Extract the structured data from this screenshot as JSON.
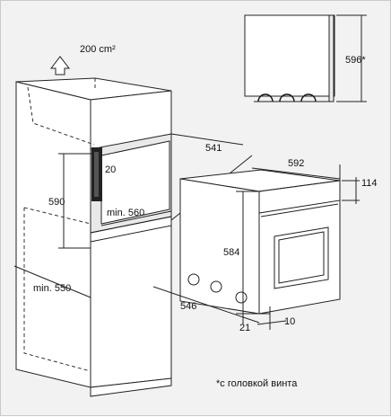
{
  "dimensions": {
    "airflow": "200 cm²",
    "cabinet_depth": "541",
    "oven_width": "592",
    "oven_front_height": "114",
    "niche_height": "590",
    "niche_width_min": "min. 560",
    "vent_gap": "20",
    "cabinet_width_min": "min. 550",
    "oven_height": "584",
    "oven_depth": "546",
    "front_offset": "21",
    "front_thickness": "10",
    "side_height": "596*"
  },
  "footnote": "*с головкой винта"
}
